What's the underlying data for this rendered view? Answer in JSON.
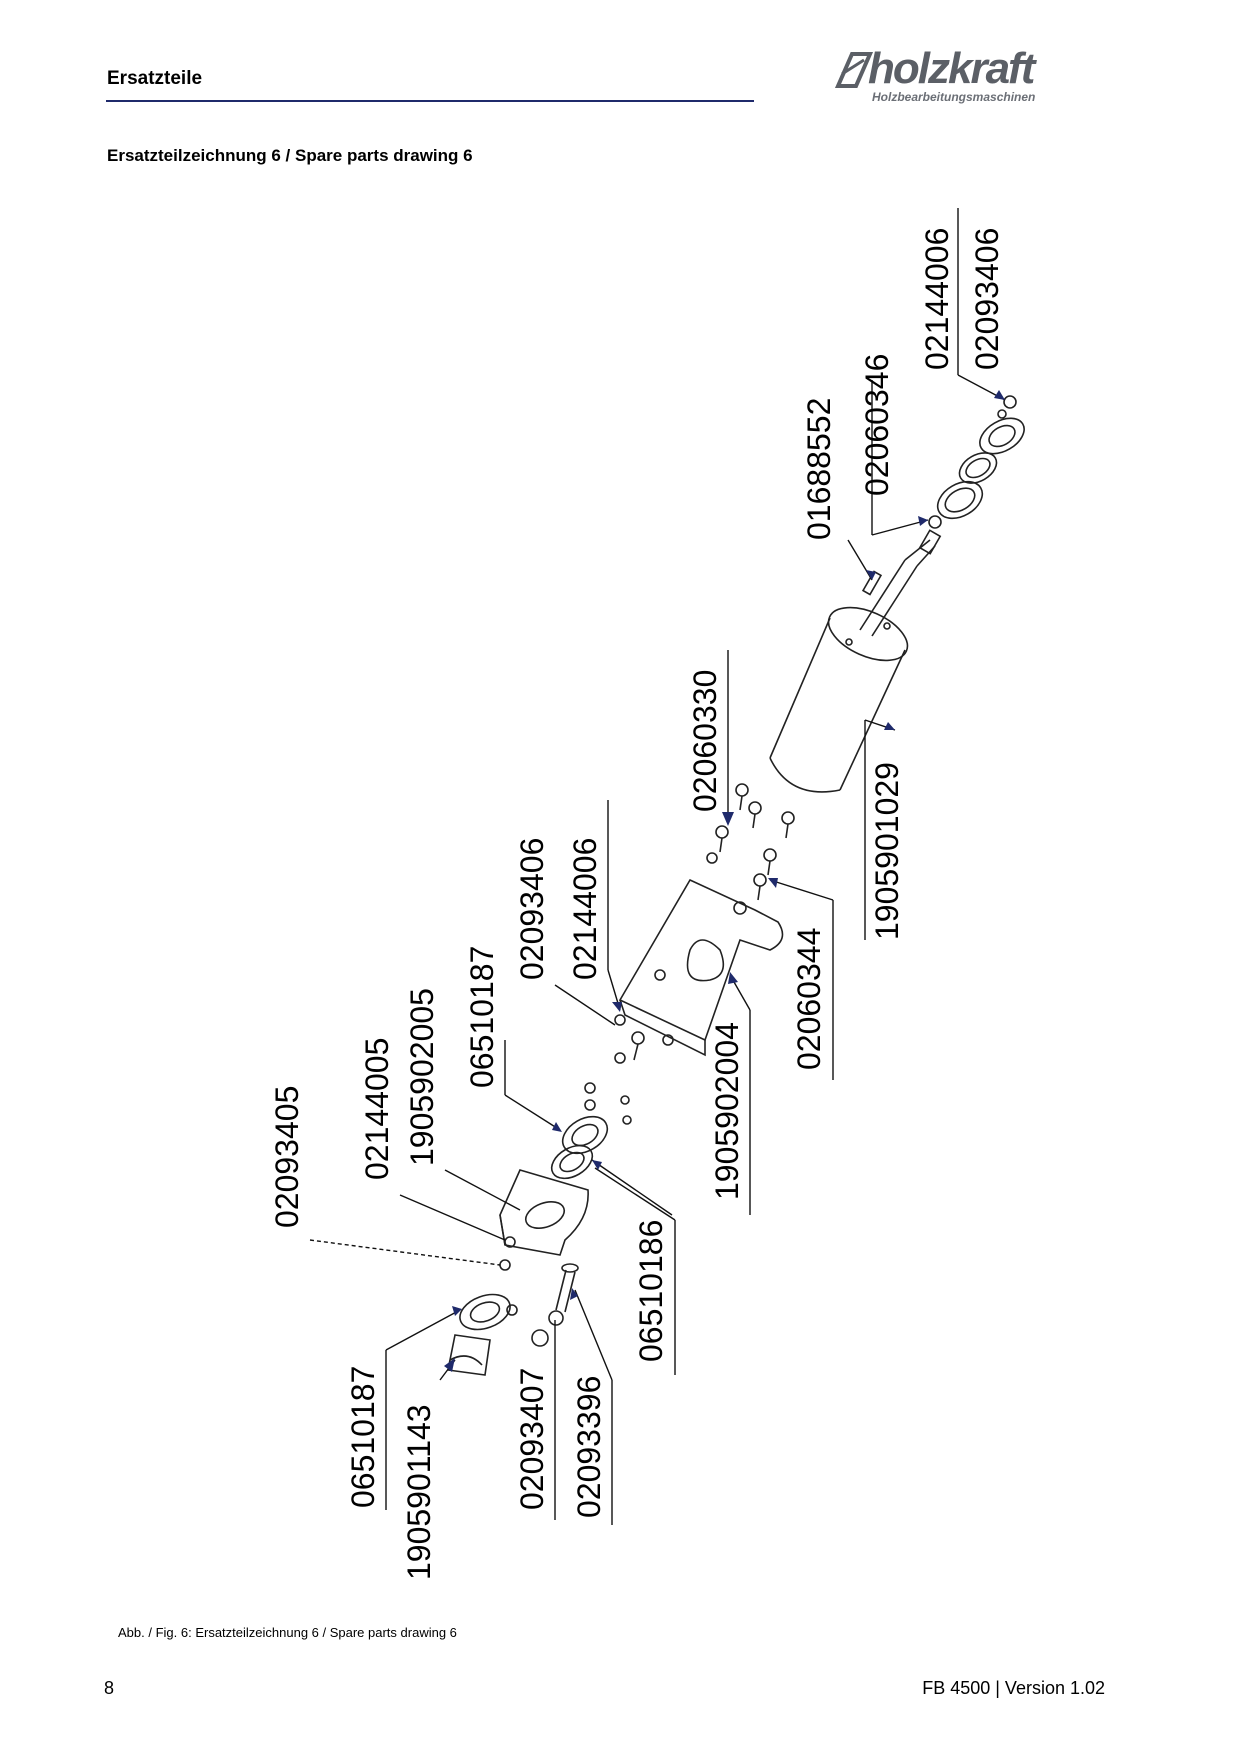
{
  "header": {
    "title": "Ersatzteile",
    "logo_brand": "holzkraft",
    "logo_tagline": "Holzbearbeitungsmaschinen"
  },
  "section_title": "Ersatzteilzeichnung 6 / Spare parts drawing 6",
  "part_numbers": {
    "p1": "02144006",
    "p2": "02093406",
    "p3": "01688552",
    "p4": "02060346",
    "p5": "02060330",
    "p6": "1905901029",
    "p7": "02093406",
    "p8": "02144006",
    "p9": "06510187",
    "p10": "1905902005",
    "p11": "02144005",
    "p12": "02093405",
    "p13": "02060344",
    "p14": "1905902004",
    "p15": "06510186",
    "p16": "06510187",
    "p17": "1905901143",
    "p18": "02093407",
    "p19": "02093396"
  },
  "caption": "Abb. / Fig. 6: Ersatzteilzeichnung 6 / Spare parts drawing 6",
  "footer": {
    "page_number": "8",
    "doc_version": "FB 4500 | Version 1.02"
  },
  "colors": {
    "header_rule": "#1f2a6b",
    "arrow": "#1f2a6b",
    "logo": "#5b5f66"
  }
}
